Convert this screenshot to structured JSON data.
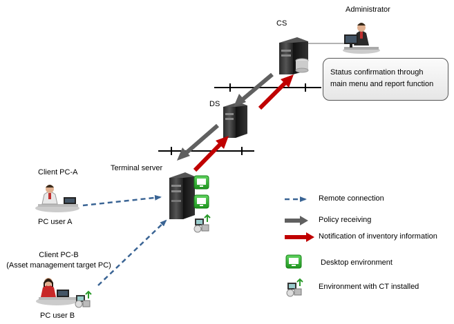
{
  "labels": {
    "cs": "CS",
    "ds": "DS",
    "administrator": "Administrator",
    "terminal_server": "Terminal server",
    "client_a_title": "Client  PC-A",
    "client_a_user": "PC user A",
    "client_b_title": "Client PC-B",
    "client_b_subtitle": "(Asset management target PC)",
    "client_b_user": "PC user B"
  },
  "callout": {
    "line1": "Status confirmation through",
    "line2": "main menu and report function"
  },
  "legend": {
    "remote_connection": "Remote connection",
    "policy_receiving": "Policy receiving",
    "notification": "Notification of inventory information",
    "desktop_environment": "Desktop environment",
    "ct_environment": "Environment with CT installed"
  },
  "colors": {
    "policy_arrow": "#606060",
    "notification_arrow": "#c00000",
    "remote_arrow": "#3a6494",
    "desktop_icon": "#2fae2f"
  }
}
